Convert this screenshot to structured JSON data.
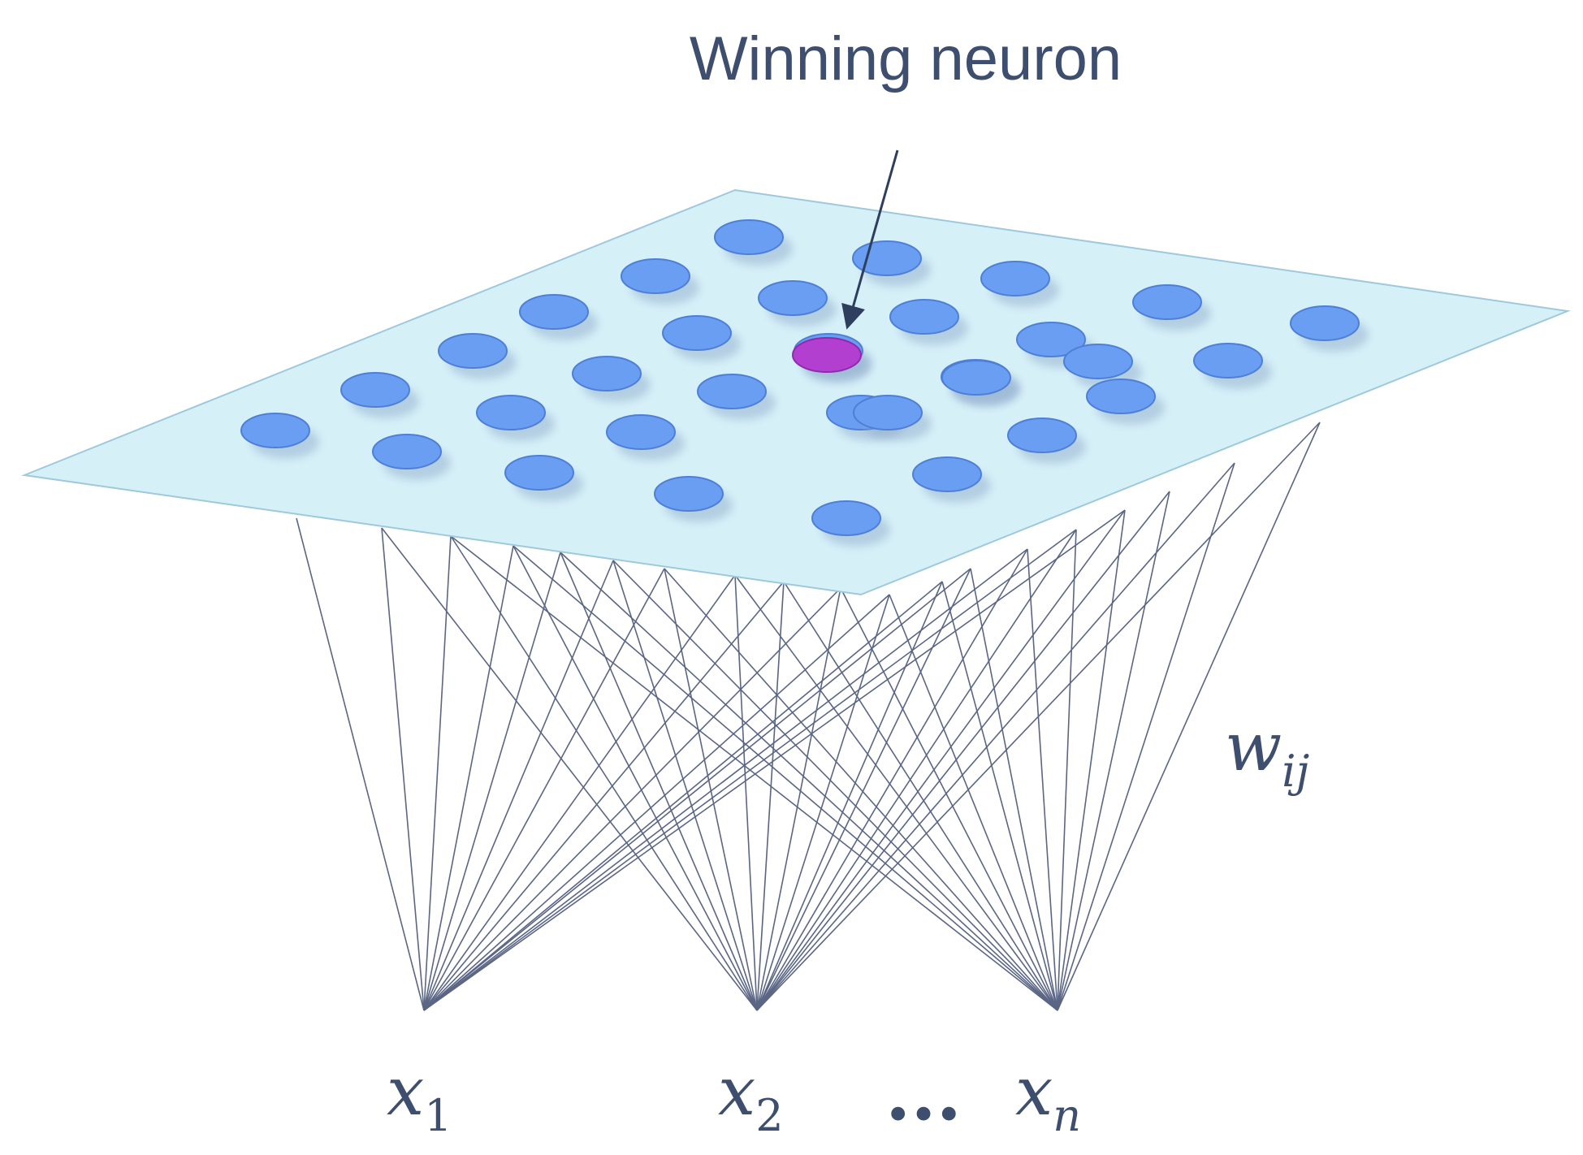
{
  "title": "Winning neuron",
  "weight_label": {
    "base": "w",
    "sub": "ij"
  },
  "inputs": [
    {
      "base": "x",
      "sub": "1"
    },
    {
      "base": "x",
      "sub": "2"
    },
    {
      "base": "x",
      "sub": "n"
    }
  ],
  "ellipsis": "...",
  "colors": {
    "plane": "#d6f0f8",
    "neuron": "#6a9ef3",
    "winning_neuron": "#b33fd1",
    "connection": "#5b6685",
    "text": "#3d4e6e"
  }
}
